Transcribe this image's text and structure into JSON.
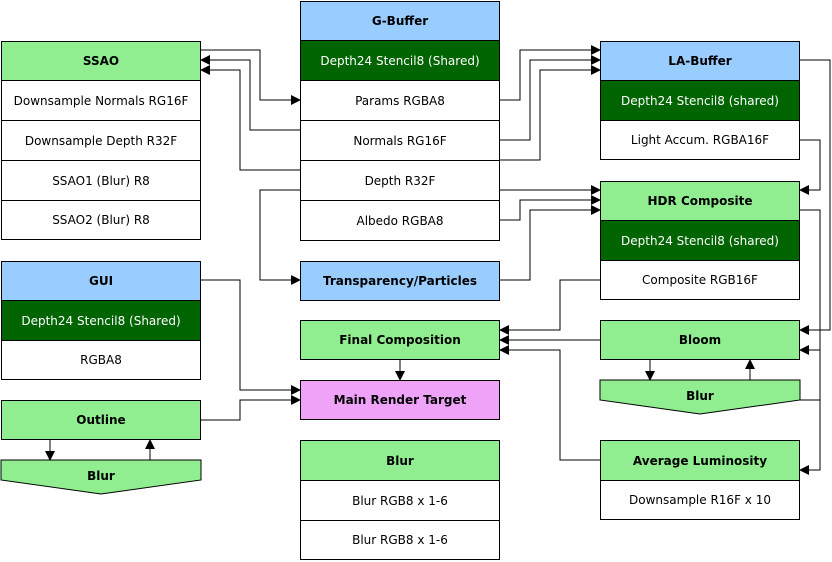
{
  "colors": {
    "header_green": "#90ee90",
    "header_blue": "#99ccff",
    "depth_dark_green": "#006400",
    "main_target_pink": "#eea2f8",
    "line": "#000000"
  },
  "g_buffer": {
    "title": "G-Buffer",
    "rows": [
      "Depth24 Stencil8 (Shared)",
      "Params RGBA8",
      "Normals RG16F",
      "Depth R32F",
      "Albedo RGBA8"
    ]
  },
  "ssao": {
    "title": "SSAO",
    "rows": [
      "Downsample Normals RG16F",
      "Downsample Depth R32F",
      "SSAO1 (Blur) R8",
      "SSAO2 (Blur) R8"
    ]
  },
  "la_buffer": {
    "title": "LA-Buffer",
    "rows": [
      "Depth24 Stencil8 (shared)",
      "Light Accum. RGBA16F"
    ]
  },
  "hdr_composite": {
    "title": "HDR Composite",
    "rows": [
      "Depth24 Stencil8 (shared)",
      "Composite RGB16F"
    ]
  },
  "gui": {
    "title": "GUI",
    "rows": [
      "Depth24 Stencil8 (Shared)",
      "RGBA8"
    ]
  },
  "transparency": {
    "title": "Transparency/Particles"
  },
  "final_composition": {
    "title": "Final Composition"
  },
  "main_render_target": {
    "title": "Main Render Target"
  },
  "outline": {
    "title": "Outline",
    "blur_label": "Blur"
  },
  "bloom": {
    "title": "Bloom",
    "blur_label": "Blur"
  },
  "blur_block": {
    "title": "Blur",
    "rows": [
      "Blur RGB8 x 1-6",
      "Blur RGB8 x 1-6"
    ]
  },
  "average_luminosity": {
    "title": "Average Luminosity",
    "rows": [
      "Downsample R16F x 10"
    ]
  }
}
